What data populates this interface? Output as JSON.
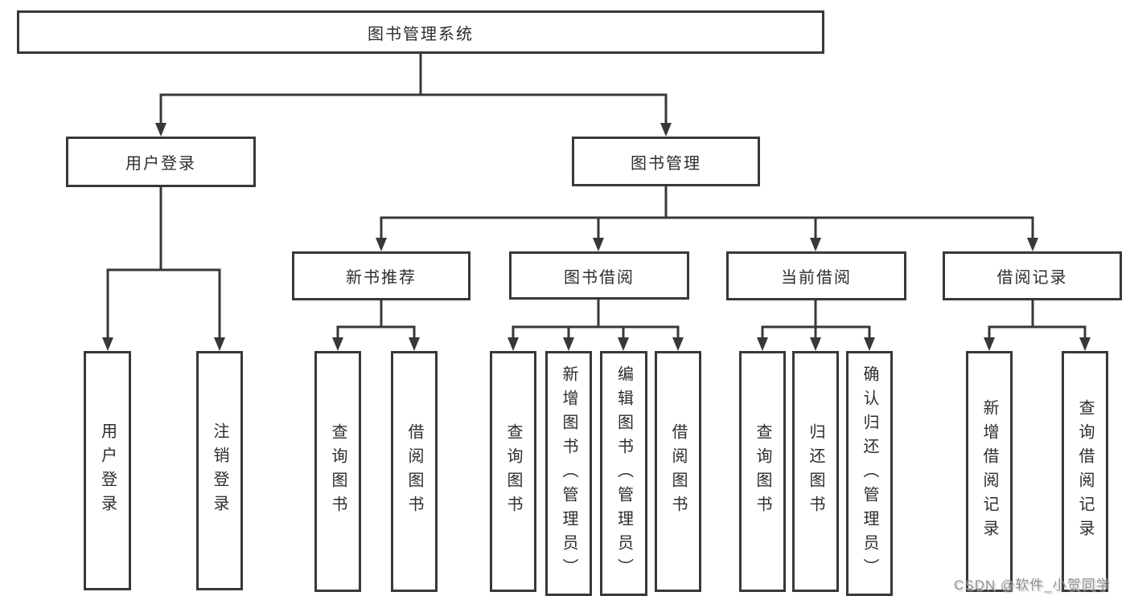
{
  "diagram": {
    "root": {
      "label": "图书管理系统"
    },
    "level2": [
      {
        "label": "用户登录"
      },
      {
        "label": "图书管理"
      }
    ],
    "level3": [
      {
        "label": "新书推荐"
      },
      {
        "label": "图书借阅"
      },
      {
        "label": "当前借阅"
      },
      {
        "label": "借阅记录"
      }
    ],
    "leaf_groups": [
      {
        "items": [
          {
            "label": "用户登录"
          },
          {
            "label": "注销登录"
          }
        ]
      },
      {
        "items": [
          {
            "label": "查询图书"
          },
          {
            "label": "借阅图书"
          }
        ]
      },
      {
        "items": [
          {
            "label": "查询图书"
          },
          {
            "label": "新增图书（管理员）"
          },
          {
            "label": "编辑图书（管理员）"
          },
          {
            "label": "借阅图书"
          }
        ]
      },
      {
        "items": [
          {
            "label": "查询图书"
          },
          {
            "label": "归还图书"
          },
          {
            "label": "确认归还（管理员）"
          }
        ]
      },
      {
        "items": [
          {
            "label": "新增借阅记录"
          },
          {
            "label": "查询借阅记录"
          }
        ]
      }
    ]
  },
  "watermark": {
    "text": "CSDN @软件_小贺同学"
  },
  "colors": {
    "line": "#383838",
    "border": "#383838",
    "text": "#2d2d2d",
    "background": "#ffffff",
    "watermark": "#8f8f8f"
  }
}
